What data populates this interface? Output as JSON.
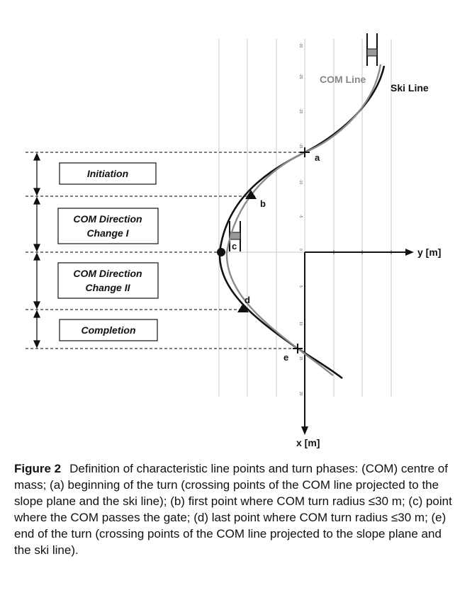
{
  "figure": {
    "labels": {
      "com_line": "COM Line",
      "ski_line": "Ski Line",
      "y_axis": "y [m]",
      "x_axis": "x [m]"
    },
    "points": [
      {
        "id": "a",
        "label": "a"
      },
      {
        "id": "b",
        "label": "b"
      },
      {
        "id": "c",
        "label": "c"
      },
      {
        "id": "d",
        "label": "d"
      },
      {
        "id": "e",
        "label": "e"
      }
    ],
    "phases": [
      {
        "line1": "Initiation",
        "line2": ""
      },
      {
        "line1": "COM Direction",
        "line2": "Change I"
      },
      {
        "line1": "COM Direction",
        "line2": "Change II"
      },
      {
        "line1": "Completion",
        "line2": ""
      }
    ],
    "ticks": [
      "-30",
      "-25",
      "-20",
      "-15",
      "-10",
      "-5",
      "0",
      "5",
      "10",
      "15",
      "20"
    ]
  },
  "caption": {
    "label": "Figure 2",
    "text": "Definition of characteristic line points and turn phases: (COM) centre of mass; (a) beginning of the turn (crossing points of the COM line projected to the slope plane and the ski line); (b) first point where COM turn radius ≤30 m; (c) point where the COM passes the gate; (d) last point where COM turn radius ≤30 m; (e) end of the turn (crossing points of the COM line projected to the slope plane and the ski line)."
  }
}
